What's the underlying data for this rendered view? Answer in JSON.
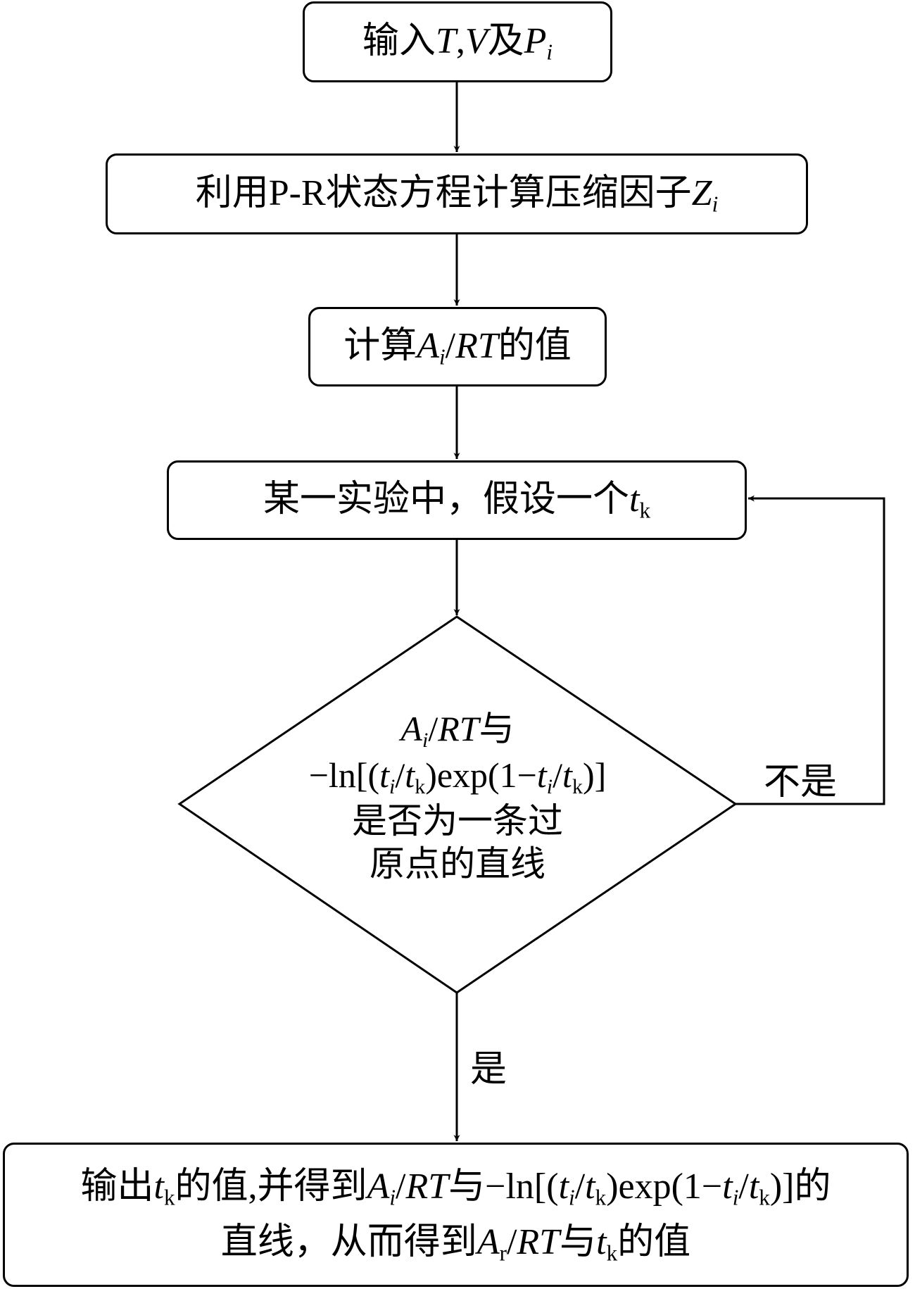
{
  "nodes": {
    "input": [
      [
        "输入",
        ""
      ],
      [
        "T",
        "i"
      ],
      [
        ",",
        ""
      ],
      [
        "V",
        "i"
      ],
      [
        "及",
        ""
      ],
      [
        "P",
        "i"
      ],
      [
        "i",
        "subi"
      ]
    ],
    "pr_eos": [
      [
        "利用P-R状态方程计算压缩因子",
        ""
      ],
      [
        "Z",
        "i"
      ],
      [
        "i",
        "subi"
      ]
    ],
    "calc": [
      [
        "计算",
        ""
      ],
      [
        "A",
        "i"
      ],
      [
        "i",
        "subi"
      ],
      [
        "/",
        ""
      ],
      [
        "RT",
        "i"
      ],
      [
        "的值",
        ""
      ]
    ],
    "assume": [
      [
        "某一实验中，假设一个",
        ""
      ],
      [
        "t",
        "i"
      ],
      [
        "k",
        "sub"
      ]
    ],
    "decision_lines": [
      [
        [
          "A",
          "i"
        ],
        [
          "i",
          "subi"
        ],
        [
          "/",
          ""
        ],
        [
          "RT",
          "i"
        ],
        [
          "与",
          ""
        ]
      ],
      [
        [
          "−ln[(",
          ""
        ],
        [
          "t",
          "i"
        ],
        [
          "i",
          "subi"
        ],
        [
          "/",
          ""
        ],
        [
          "t",
          "i"
        ],
        [
          "k",
          "sub"
        ],
        [
          ")exp(1−",
          ""
        ],
        [
          "t",
          "i"
        ],
        [
          "i",
          "subi"
        ],
        [
          "/",
          ""
        ],
        [
          "t",
          "i"
        ],
        [
          "k",
          "sub"
        ],
        [
          ")]",
          ""
        ]
      ],
      [
        [
          "是否为一条过",
          ""
        ]
      ],
      [
        [
          "原点的直线",
          ""
        ]
      ]
    ],
    "output_lines": [
      [
        [
          "输出",
          ""
        ],
        [
          "t",
          "i"
        ],
        [
          "k",
          "sub"
        ],
        [
          "的值,并得到",
          ""
        ],
        [
          "A",
          "i"
        ],
        [
          "i",
          "subi"
        ],
        [
          "/",
          ""
        ],
        [
          "RT",
          "i"
        ],
        [
          "与−ln[(",
          ""
        ],
        [
          "t",
          "i"
        ],
        [
          "i",
          "subi"
        ],
        [
          "/",
          ""
        ],
        [
          "t",
          "i"
        ],
        [
          "k",
          "sub"
        ],
        [
          ")exp(1−",
          ""
        ],
        [
          "t",
          "i"
        ],
        [
          "i",
          "subi"
        ],
        [
          "/",
          ""
        ],
        [
          "t",
          "i"
        ],
        [
          "k",
          "sub"
        ],
        [
          ")]的",
          ""
        ]
      ],
      [
        [
          "直线，从而得到",
          ""
        ],
        [
          "A",
          "i"
        ],
        [
          "r",
          "sub"
        ],
        [
          "/",
          ""
        ],
        [
          "RT",
          "i"
        ],
        [
          "与",
          ""
        ],
        [
          "t",
          "i"
        ],
        [
          "k",
          "sub"
        ],
        [
          "的值",
          ""
        ]
      ]
    ]
  },
  "edges": {
    "no_label": "不是",
    "yes_label": "是"
  }
}
